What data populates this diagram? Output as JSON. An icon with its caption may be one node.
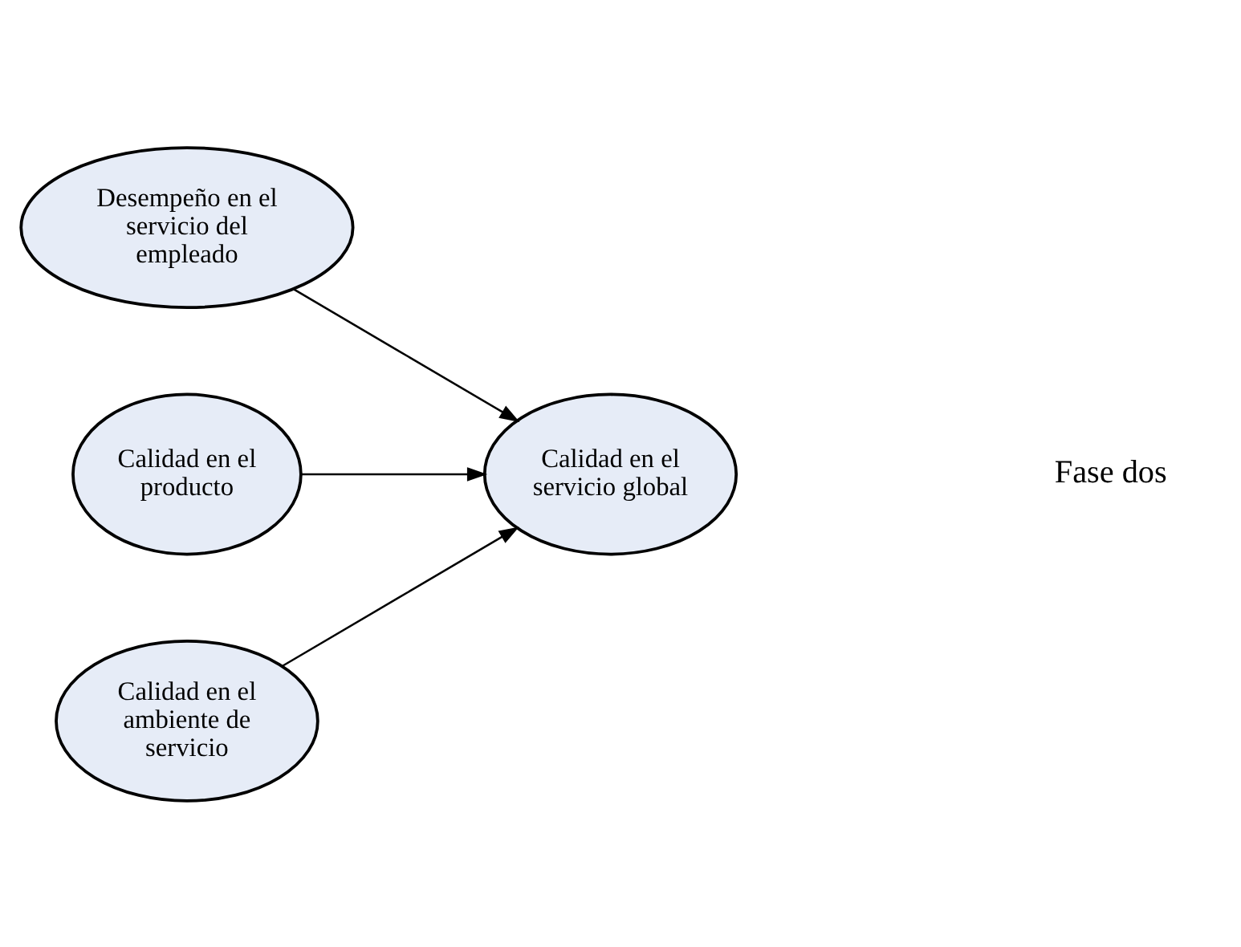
{
  "diagram": {
    "nodes": [
      {
        "text": [
          "Desempeño en el servicio del empleado"
        ]
      },
      {
        "text": [
          "Calidad en el producto"
        ]
      },
      {
        "text": [
          "Calidad en el servicio global"
        ]
      },
      {
        "text": [
          "Calidad en el ambiente de servicio"
        ]
      }
    ],
    "edges": [
      {
        "from": 0,
        "to": 2,
        "arrow": "to"
      },
      {
        "from": 1,
        "to": 2,
        "arrow": "to"
      },
      {
        "from": 3,
        "to": 2,
        "arrow": "to"
      }
    ],
    "labels": [
      "Fase dos"
    ]
  }
}
